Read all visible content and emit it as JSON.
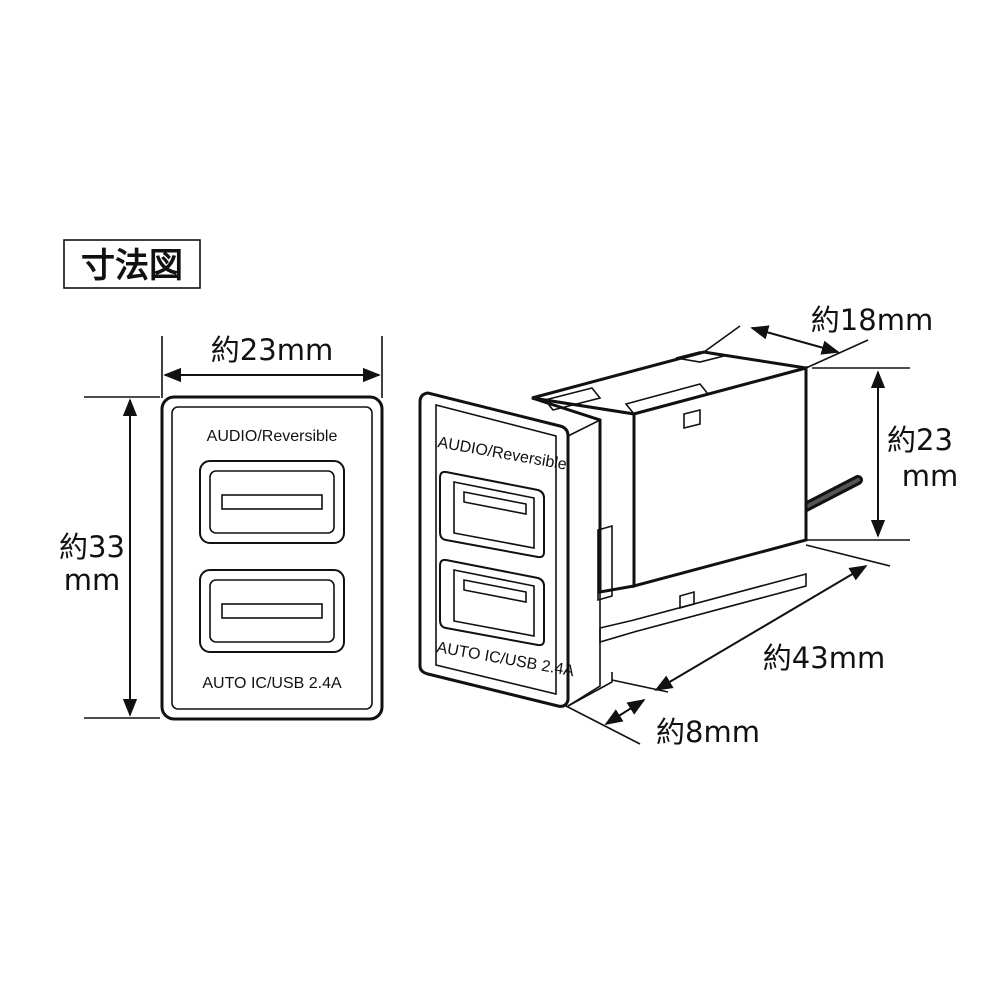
{
  "title": "寸法図",
  "front_view": {
    "top_label": "AUDIO/Reversible",
    "bottom_label": "AUTO IC/USB 2.4A",
    "width_label": "約23mm",
    "height_label_line1": "約33",
    "height_label_line2": "mm"
  },
  "iso_view": {
    "top_label": "AUDIO/Reversible",
    "bottom_label": "AUTO IC/USB 2.4A",
    "depth_top_label": "約18mm",
    "height_label_line1": "約23",
    "height_label_line2": "mm",
    "length_label": "約43mm",
    "flange_label": "約8mm"
  }
}
